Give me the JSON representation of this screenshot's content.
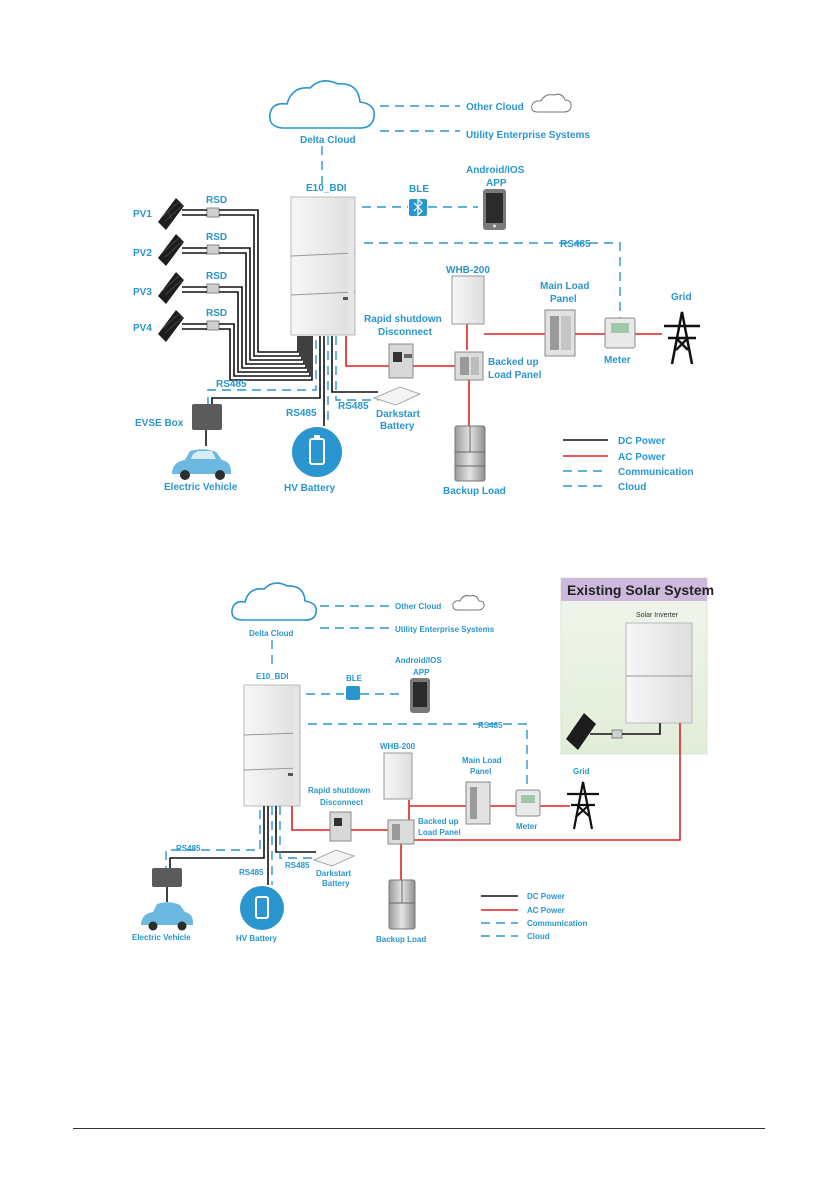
{
  "diagram1": {
    "delta_cloud": "Delta Cloud",
    "other_cloud": "Other Cloud",
    "utility": "Utility Enterprise Systems",
    "inverter": "E10_BDI",
    "ble": "BLE",
    "app_line1": "Android/IOS",
    "app_line2": "APP",
    "pv1": "PV1",
    "pv2": "PV2",
    "pv3": "PV3",
    "pv4": "PV4",
    "rsd": "RSD",
    "rs485": "RS485",
    "whb": "WHB-200",
    "main_load_line1": "Main Load",
    "main_load_line2": "Panel",
    "grid": "Grid",
    "meter": "Meter",
    "rapid_line1": "Rapid shutdown",
    "rapid_line2": "Disconnect",
    "backed_line1": "Backed up",
    "backed_line2": "Load Panel",
    "evse": "EVSE Box",
    "ev": "Electric Vehicle",
    "hv": "HV Battery",
    "darkstart_line1": "Darkstart",
    "darkstart_line2": "Battery",
    "backup_load": "Backup Load"
  },
  "diagram2": {
    "existing_title": "Existing Solar System",
    "solar_inverter": "Solar Inverter",
    "delta_cloud": "Delta Cloud",
    "other_cloud": "Other Cloud",
    "utility": "Utility Enterprise Systems",
    "inverter": "E10_BDI",
    "ble": "BLE",
    "app_line1": "Android/IOS",
    "app_line2": "APP",
    "rs485": "RS485",
    "whb": "WHB-200",
    "main_load_line1": "Main Load",
    "main_load_line2": "Panel",
    "grid": "Grid",
    "meter": "Meter",
    "rapid_line1": "Rapid shutdown",
    "rapid_line2": "Disconnect",
    "backed_line1": "Backed up",
    "backed_line2": "Load Panel",
    "ev": "Electric Vehicle",
    "hv": "HV Battery",
    "darkstart_line1": "Darkstart",
    "darkstart_line2": "Battery",
    "backup_load": "Backup Load"
  },
  "legend": {
    "dc": "DC Power",
    "ac": "AC Power",
    "comm": "Communication",
    "cloud": "Cloud"
  },
  "colors": {
    "accent": "#2a96cf",
    "dc": "#111111",
    "ac": "#e02020",
    "existing_header": "#cdb9dd"
  }
}
